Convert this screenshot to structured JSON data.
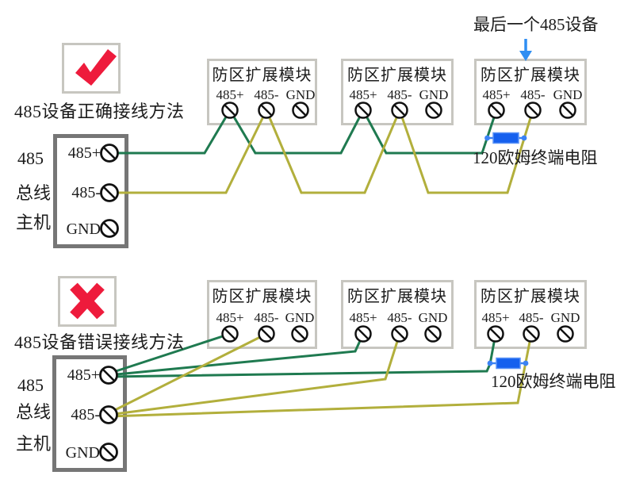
{
  "colors": {
    "wire_positive": "#1f7a50",
    "wire_negative": "#b2af3c",
    "resistor_blue": "#1560ee",
    "resistor_edge": "#5b93f6",
    "resistor_dot": "#3b82f4",
    "arrow_blue": "#2f8ef2",
    "mark_red": "#ee1b3c",
    "module_border": "#c7c6c0",
    "host_border": "#767676",
    "text_color": "#1c1c1c"
  },
  "sections": [
    {
      "result": "correct",
      "method_label": "485设备正确接线方法",
      "last_device_label": "最后一个485设备",
      "resistor_label": "120欧姆终端电阻",
      "host": {
        "label_lines": [
          "485",
          "总线",
          "主机"
        ],
        "terminals": [
          "485+",
          "485-",
          "GND"
        ]
      },
      "modules": [
        {
          "title": "防区扩展模块",
          "terminals": [
            "485+",
            "485-",
            "GND"
          ]
        },
        {
          "title": "防区扩展模块",
          "terminals": [
            "485+",
            "485-",
            "GND"
          ]
        },
        {
          "title": "防区扩展模块",
          "terminals": [
            "485+",
            "485-",
            "GND"
          ]
        }
      ]
    },
    {
      "result": "incorrect",
      "method_label": "485设备错误接线方法",
      "resistor_label": "120欧姆终端电阻",
      "host": {
        "label_lines": [
          "485",
          "总线",
          "主机"
        ],
        "terminals": [
          "485+",
          "485-",
          "GND"
        ]
      },
      "modules": [
        {
          "title": "防区扩展模块",
          "terminals": [
            "485+",
            "485-",
            "GND"
          ]
        },
        {
          "title": "防区扩展模块",
          "terminals": [
            "485+",
            "485-",
            "GND"
          ]
        },
        {
          "title": "防区扩展模块",
          "terminals": [
            "485+",
            "485-",
            "GND"
          ]
        }
      ]
    }
  ]
}
